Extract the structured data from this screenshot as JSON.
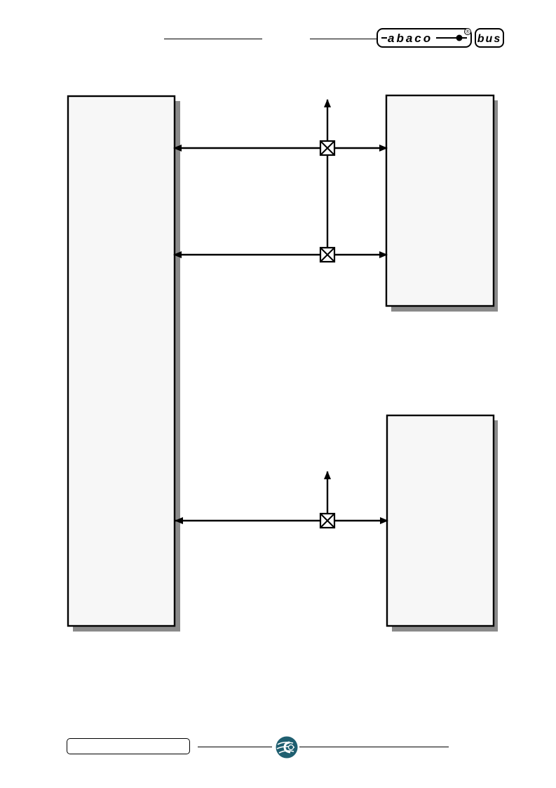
{
  "header": {
    "logo": {
      "brand": "abaco",
      "bus": "bus",
      "registered_mark": "®"
    }
  },
  "diagram": {
    "blocks": [
      {
        "id": "main-block"
      },
      {
        "id": "upper-right-block"
      },
      {
        "id": "lower-right-block"
      }
    ],
    "connections": [
      {
        "id": "bus-upper",
        "junction": "cross-box",
        "branch": "up"
      },
      {
        "id": "bus-middle",
        "junction": "cross-box",
        "branch": "up-to-upper"
      },
      {
        "id": "bus-lower",
        "junction": "cross-box",
        "branch": "up"
      }
    ]
  },
  "footer": {
    "label_box": "",
    "emblem": "grifo-emblem"
  },
  "colors": {
    "block_fill": "#f7f7f7",
    "shadow": "#8a8a8a",
    "line": "#000000",
    "emblem": "#1f5f70"
  }
}
